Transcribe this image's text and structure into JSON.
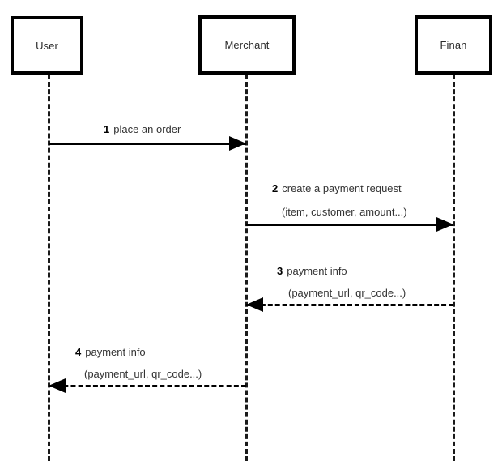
{
  "diagram": {
    "type": "sequence-diagram",
    "background_color": "#ffffff",
    "line_color": "#000000",
    "text_color": "#333333",
    "participants": [
      {
        "id": "user",
        "label": "User"
      },
      {
        "id": "merchant",
        "label": "Merchant"
      },
      {
        "id": "financial",
        "label": "Finan"
      }
    ],
    "messages": [
      {
        "seq": "1",
        "label": "place an order",
        "detail": "",
        "from": "user",
        "to": "merchant",
        "style": "solid",
        "direction": "right"
      },
      {
        "seq": "2",
        "label": "create a payment request",
        "detail": "(item, customer, amount...)",
        "from": "merchant",
        "to": "financial",
        "style": "solid",
        "direction": "right"
      },
      {
        "seq": "3",
        "label": "payment info",
        "detail": "(payment_url, qr_code...)",
        "from": "financial",
        "to": "merchant",
        "style": "dashed",
        "direction": "left"
      },
      {
        "seq": "4",
        "label": "payment info",
        "detail": "(payment_url, qr_code...)",
        "from": "merchant",
        "to": "user",
        "style": "dashed",
        "direction": "left"
      }
    ]
  }
}
